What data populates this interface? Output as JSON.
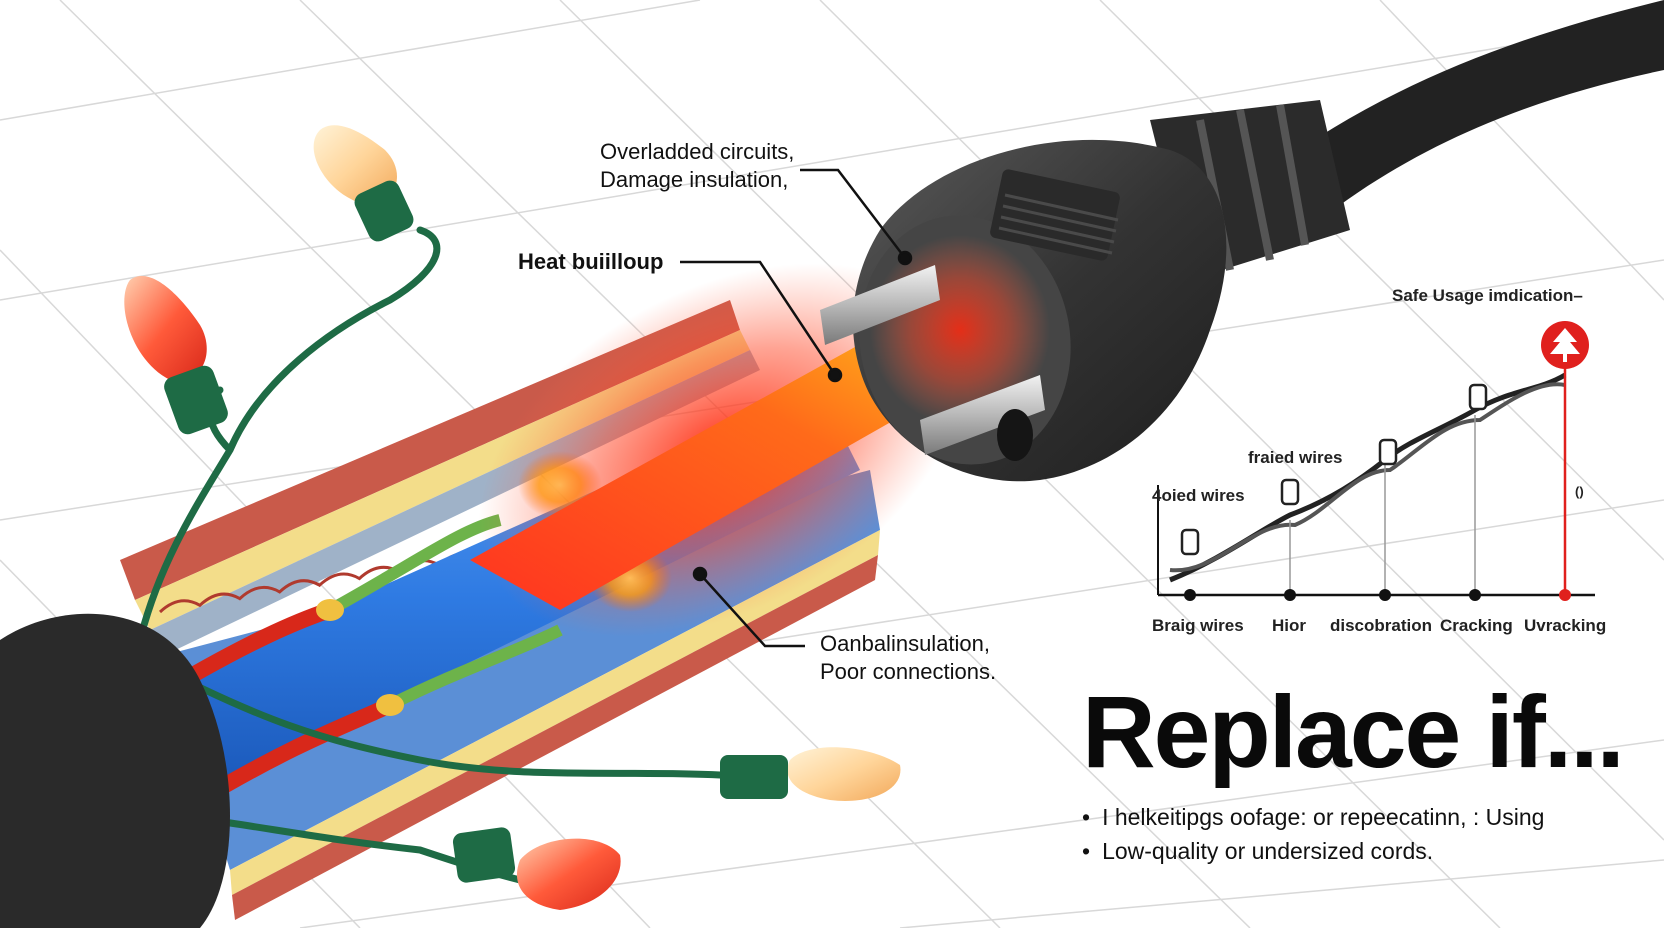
{
  "callouts": {
    "overloaded": "Overladded circuits,",
    "damage": "Damage insulation,",
    "heat": "Heat buiilloup",
    "damaged_insulation": "Oanbalinsulation,",
    "poor_connections": "Poor connections."
  },
  "usage_chart": {
    "title": "Safe Usage imdication–",
    "side_mark": "()",
    "stages": [
      "Braig wires",
      "Hior",
      "discobration",
      "Cracking",
      "Uvracking"
    ],
    "stage_notes": [
      "4oied wires",
      "fraied wires"
    ],
    "indicator_icon": "tree-icon",
    "colors": {
      "line": "#111111",
      "indicator": "#e0201d",
      "rope": "#222222"
    }
  },
  "replace": {
    "heading": "Replace if...",
    "bullets": [
      "I helkeitipgs oofage: or repeecatinn, : Using",
      "Low-quality or undersized cords."
    ]
  },
  "colors": {
    "heat_glow": "#ff3b1f",
    "hot_core": "#ffd21a",
    "cable_blue": "#2f7be3",
    "insulation_red": "#d44a3c",
    "plug_body": "#3a3a3a",
    "light_socket": "#1e6b45"
  }
}
